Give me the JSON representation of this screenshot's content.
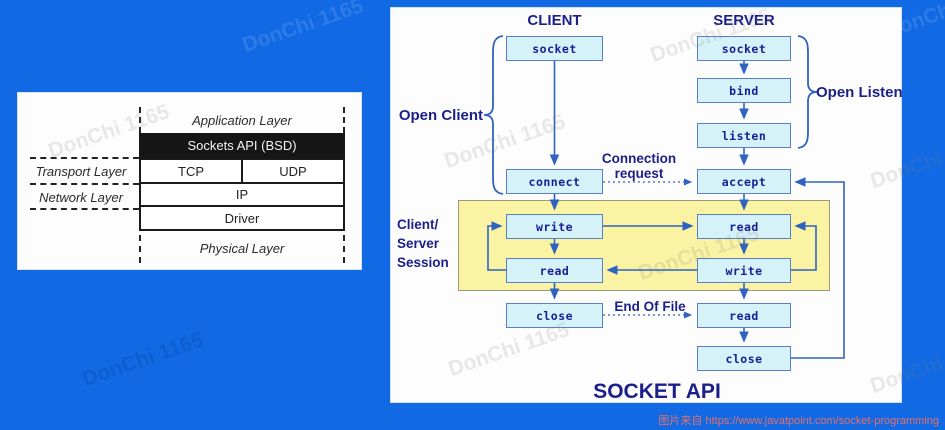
{
  "watermark": {
    "text": "DonChi 1165"
  },
  "caption": {
    "text": "图片来自 https://www.javatpoint.com/socket-programming"
  },
  "left_diagram": {
    "application_layer": "Application Layer",
    "sockets_api": "Sockets API (BSD)",
    "transport_layer": "Transport Layer",
    "tcp": "TCP",
    "udp": "UDP",
    "network_layer": "Network Layer",
    "ip": "IP",
    "driver": "Driver",
    "physical_layer": "Physical Layer"
  },
  "right_diagram": {
    "title": "SOCKET API",
    "client_heading": "CLIENT",
    "server_heading": "SERVER",
    "open_client": "Open Client",
    "open_listen": "Open Listen",
    "connection_request_line1": "Connection",
    "connection_request_line2": "request",
    "session_label_line1": "Client/",
    "session_label_line2": "Server",
    "session_label_line3": "Session",
    "end_of_file": "End Of File",
    "client_boxes": {
      "socket": "socket",
      "connect": "connect",
      "write": "write",
      "read": "read",
      "close": "close"
    },
    "server_boxes": {
      "socket": "socket",
      "bind": "bind",
      "listen": "listen",
      "accept": "accept",
      "read1": "read",
      "write": "write",
      "read2": "read",
      "close": "close"
    }
  },
  "colors": {
    "background": "#1169e4",
    "panel": "#fdfdfd",
    "navy_text": "#1b1f8a",
    "box_fill": "#d5f2f9",
    "box_border": "#5a7ec7",
    "box_text": "#161d96",
    "arrow": "#2f63c0",
    "session_fill": "#faf3a3",
    "caption_text": "#e4706b"
  }
}
